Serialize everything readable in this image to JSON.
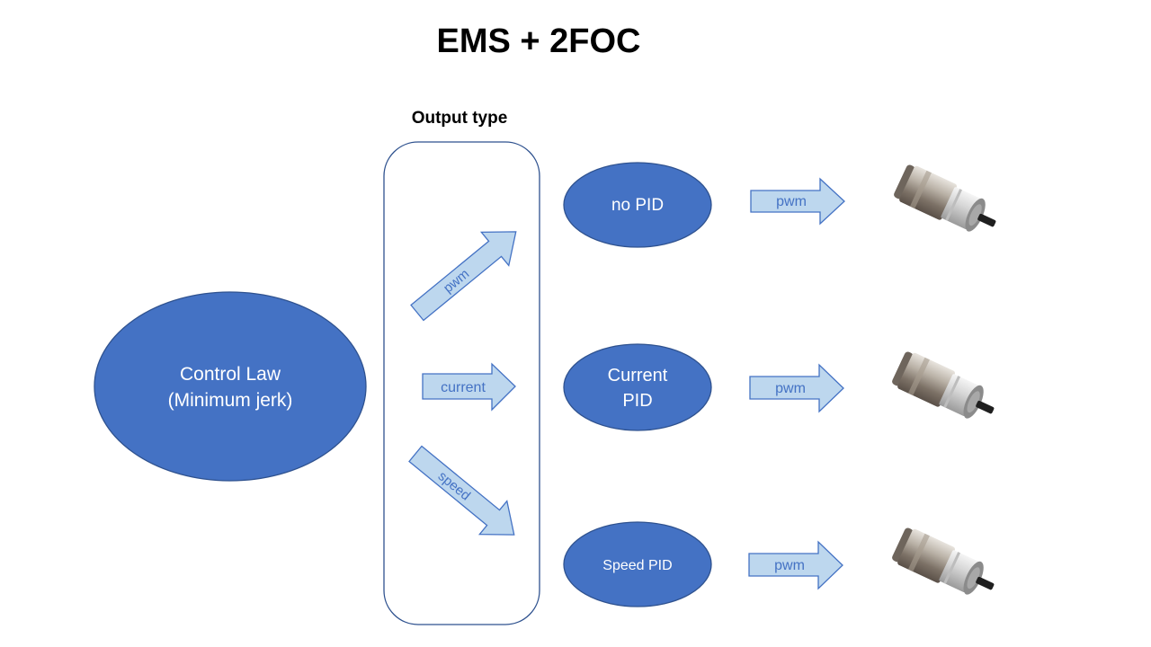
{
  "title": "EMS + 2FOC",
  "output_type_label": "Output type",
  "control_law": {
    "line1": "Control Law",
    "line2": "(Minimum jerk)"
  },
  "output_arrows": {
    "pwm": "pwm",
    "current": "current",
    "speed": "speed"
  },
  "controllers": {
    "no_pid": "no PID",
    "current_pid": {
      "line1": "Current",
      "line2": "PID"
    },
    "speed_pid": "Speed PID"
  },
  "motor_arrows": {
    "top": "pwm",
    "middle": "pwm",
    "bottom": "pwm"
  },
  "colors": {
    "node_fill": "#4472c4",
    "node_stroke": "#2f528f",
    "arrow_fill": "#bdd7ee",
    "arrow_stroke": "#4472c4",
    "box_stroke": "#2f528f"
  },
  "icons": {
    "motor": "dc-gear-motor-icon"
  }
}
